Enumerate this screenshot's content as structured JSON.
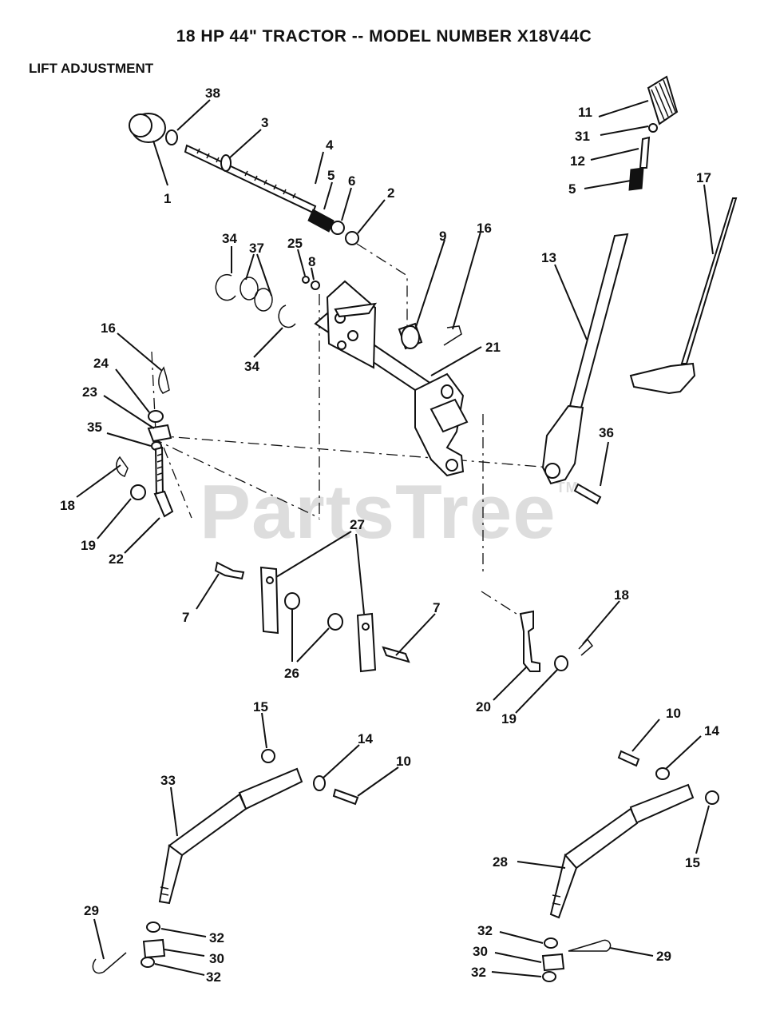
{
  "title": "18 HP 44\" TRACTOR -- MODEL NUMBER X18V44C",
  "section": "LIFT ADJUSTMENT",
  "watermark": {
    "text": "PartsTree",
    "mark": "TM"
  },
  "callouts": [
    "38",
    "3",
    "4",
    "5",
    "6",
    "2",
    "1",
    "11",
    "31",
    "12",
    "5",
    "17",
    "13",
    "34",
    "37",
    "25",
    "8",
    "9",
    "16",
    "34",
    "21",
    "16",
    "24",
    "23",
    "35",
    "18",
    "19",
    "22",
    "36",
    "27",
    "7",
    "7",
    "26",
    "18",
    "20",
    "19",
    "15",
    "14",
    "10",
    "33",
    "10",
    "14",
    "15",
    "28",
    "29",
    "32",
    "30",
    "32",
    "32",
    "30",
    "32",
    "29"
  ]
}
